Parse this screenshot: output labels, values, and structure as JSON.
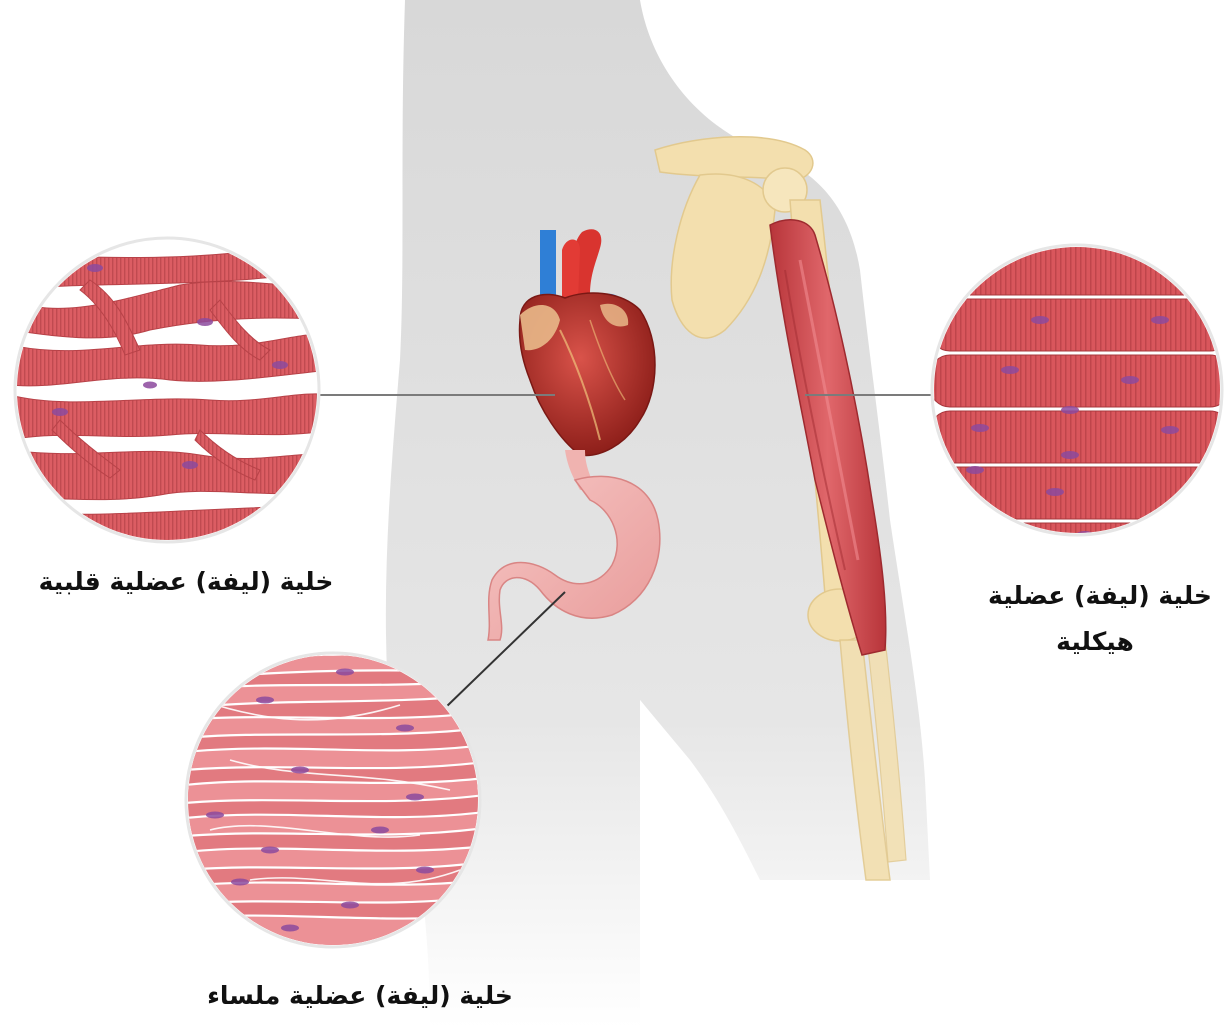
{
  "labels": {
    "cardiac": "خلية (ليفة) عضلية قلبية",
    "smooth": "خلية (ليفة) عضلية ملساء",
    "skeletal_line1": "خلية (ليفة) عضلية",
    "skeletal_line2": "هيكلية"
  },
  "colors": {
    "muscle_red": "#d9585e",
    "muscle_light": "#ee9aa0",
    "nucleus": "#8c4a9e",
    "bone": "#f3dfae",
    "body": "#e7e7e7",
    "heart": "#c8322b",
    "artery_blue": "#2f7fd6",
    "stomach": "#f3b2b0"
  }
}
